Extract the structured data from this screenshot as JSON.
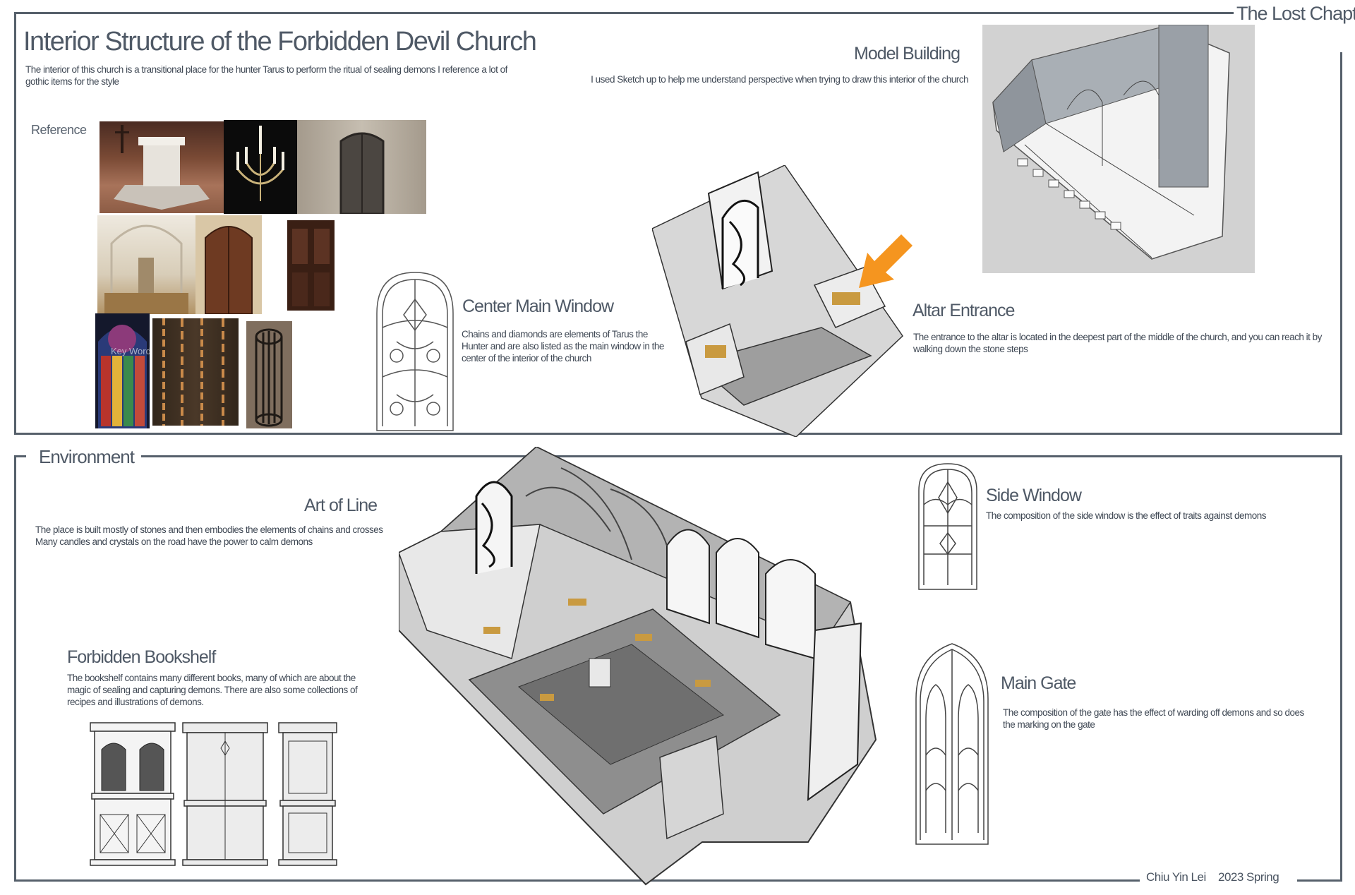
{
  "header": {
    "chapter_label": "The Lost Chapter",
    "title": "Interior Structure of the Forbidden Devil Church",
    "intro": "The interior of this church is a transitional place for the hunter Tarus to perform the ritual of sealing demons I reference a lot of gothic items for the style"
  },
  "reference": {
    "label": "Reference",
    "stained_glass_overlay": "Key Words"
  },
  "model_building": {
    "title": "Model Building",
    "text": "I used Sketch up to help me understand perspective when trying to draw this interior of the church"
  },
  "center_window": {
    "title": "Center Main Window",
    "text": "Chains and diamonds are elements of Tarus the Hunter and are also listed as the main window in the center of the interior of the church"
  },
  "altar": {
    "title": "Altar Entrance",
    "text": "The entrance to the altar is located in the deepest part of the middle of the church, and you can reach it by walking down the stone steps",
    "arrow_color": "#f5951f"
  },
  "environment": {
    "label": "Environment"
  },
  "art_of_line": {
    "title": "Art of Line",
    "line1": "The place is built mostly of stones and then embodies the elements of chains and crosses",
    "line2": "Many candles and crystals on the road have the power to calm demons"
  },
  "bookshelf": {
    "title": "Forbidden Bookshelf",
    "text": "The bookshelf contains many different books, many of which are about the magic of sealing and capturing demons. There are also some collections of recipes and illustrations of demons."
  },
  "side_window": {
    "title": "Side Window",
    "text": "The composition of the side window is the effect of traits against demons"
  },
  "main_gate": {
    "title": "Main Gate",
    "text": "The composition of the gate has the effect of warding off demons and so does the marking on the gate"
  },
  "footer": {
    "author": "Chiu Yin Lei",
    "season": "2023 Spring"
  },
  "colors": {
    "frame": "#56606b",
    "text": "#4a5461",
    "accent": "#f5951f"
  }
}
